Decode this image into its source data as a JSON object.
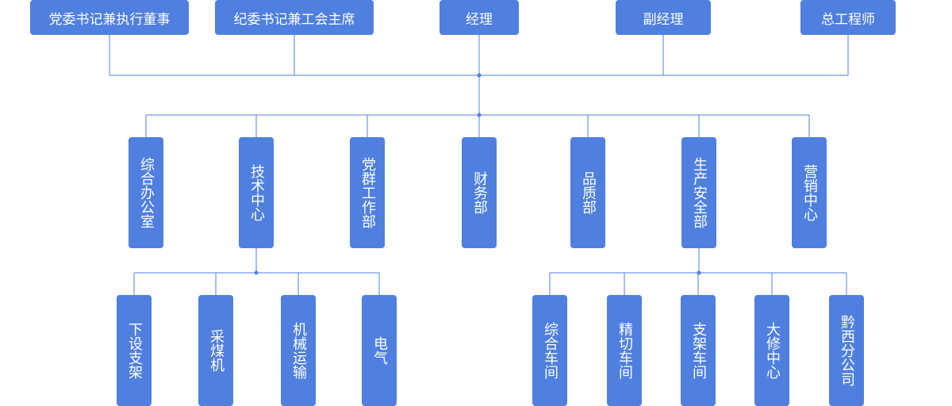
{
  "colors": {
    "box": "#4f7fdf",
    "line": "#4f7fdf",
    "text": "#ffffff"
  },
  "leadership": [
    {
      "label": "党委书记兼执行董事"
    },
    {
      "label": "纪委书记兼工会主席"
    },
    {
      "label": "经理"
    },
    {
      "label": "副经理"
    },
    {
      "label": "总工程师"
    }
  ],
  "departments": [
    {
      "label": "综合办公室"
    },
    {
      "label": "技术中心"
    },
    {
      "label": "党群工作部"
    },
    {
      "label": "财务部"
    },
    {
      "label": "品质部"
    },
    {
      "label": "生产安全部"
    },
    {
      "label": "营销中心"
    }
  ],
  "tech_center_units": [
    {
      "label": "下设支架"
    },
    {
      "label": "采煤机"
    },
    {
      "label": "机械运输"
    },
    {
      "label": "电气"
    }
  ],
  "production_safety_units": [
    {
      "label": "综合车间"
    },
    {
      "label": "精切车间"
    },
    {
      "label": "支架车间"
    },
    {
      "label": "大修中心"
    },
    {
      "label": "黔西分公司"
    }
  ]
}
